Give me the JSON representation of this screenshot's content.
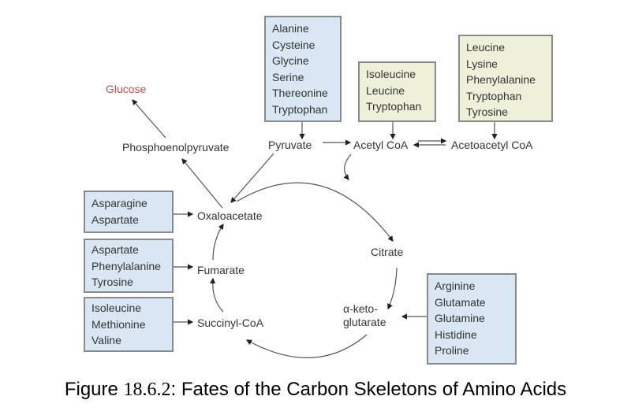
{
  "boxes": {
    "pyruvate_sources": [
      "Alanine",
      "Cysteine",
      "Glycine",
      "Serine",
      "Thereonine",
      "Tryptophan"
    ],
    "acetylcoa_sources": [
      "Isoleucine",
      "Leucine",
      "Tryptophan"
    ],
    "acetoacetylcoa_sources": [
      "Leucine",
      "Lysine",
      "Phenylalanine",
      "Tryptophan",
      "Tyrosine"
    ],
    "oxaloacetate_sources": [
      "Asparagine",
      "Aspartate"
    ],
    "fumarate_sources": [
      "Aspartate",
      "Phenylalanine",
      "Tyrosine"
    ],
    "succinylcoa_sources": [
      "Isoleucine",
      "Methionine",
      "Valine"
    ],
    "ketoglutarate_sources": [
      "Arginine",
      "Glutamate",
      "Glutamine",
      "Histidine",
      "Proline"
    ]
  },
  "metabolites": {
    "glucose": "Glucose",
    "pep": "Phosphoenolpyruvate",
    "pyruvate": "Pyruvate",
    "acetyl_coa": "Acetyl CoA",
    "acetoacetyl_coa": "Acetoacetyl CoA",
    "oxaloacetate": "Oxaloacetate",
    "citrate": "Citrate",
    "fumarate": "Fumarate",
    "succinyl_coa": "Succinyl-CoA",
    "akg_line1": "α-keto-",
    "akg_line2": "glutarate"
  },
  "caption": {
    "prefix": "Figure ",
    "number": "18.6.2",
    "text": ": Fates of the Carbon Skeletons of Amino Acids"
  },
  "colors": {
    "blue_box": "#d9e6f4",
    "green_box": "#eef0da",
    "glucose": "#c0504d"
  }
}
